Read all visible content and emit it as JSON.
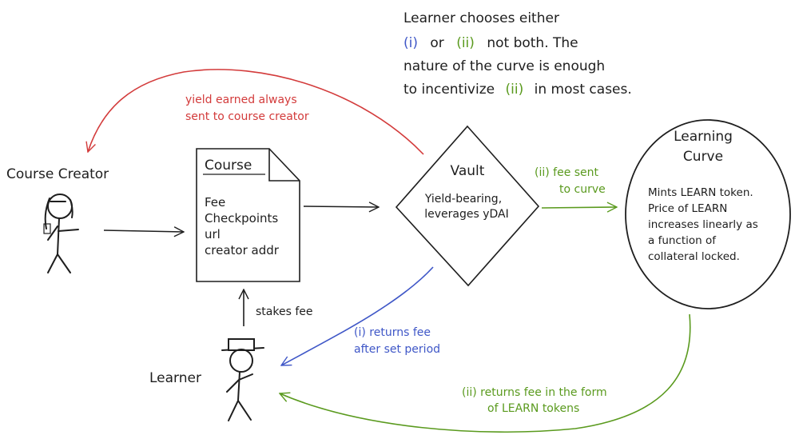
{
  "colors": {
    "ink": "#1e1e1e",
    "red": "#d33b3b",
    "blue": "#3f57c7",
    "green": "#5a9a1e"
  },
  "note": {
    "line1": "Learner chooses either",
    "line2_i": "(i)",
    "line2_or": "or",
    "line2_ii": "(ii)",
    "line2_rest": "not both. The",
    "line3": "nature of the curve is enough",
    "line4_pre": "to incentivize",
    "line4_ii": "(ii)",
    "line4_post": "in most cases."
  },
  "actors": {
    "course_creator": "Course Creator",
    "learner": "Learner"
  },
  "course": {
    "title": "Course",
    "fields": [
      "Fee",
      "Checkpoints",
      "url",
      "creator addr"
    ]
  },
  "vault": {
    "title": "Vault",
    "line1": "Yield-bearing,",
    "line2": "leverages yDAI"
  },
  "curve": {
    "title1": "Learning",
    "title2": "Curve",
    "lines": [
      "Mints LEARN token.",
      "Price of LEARN",
      "increases linearly as",
      "a function of",
      "collateral locked."
    ]
  },
  "labels": {
    "yield_line1": "yield earned always",
    "yield_line2": "sent to course creator",
    "fee_line1": "(ii) fee sent",
    "fee_line2": "to curve",
    "stakes": "stakes fee",
    "returns_i_line1": "(i) returns fee",
    "returns_i_line2": "after set period",
    "returns_ii_line1": "(ii) returns fee in the form",
    "returns_ii_line2": "of LEARN tokens"
  }
}
